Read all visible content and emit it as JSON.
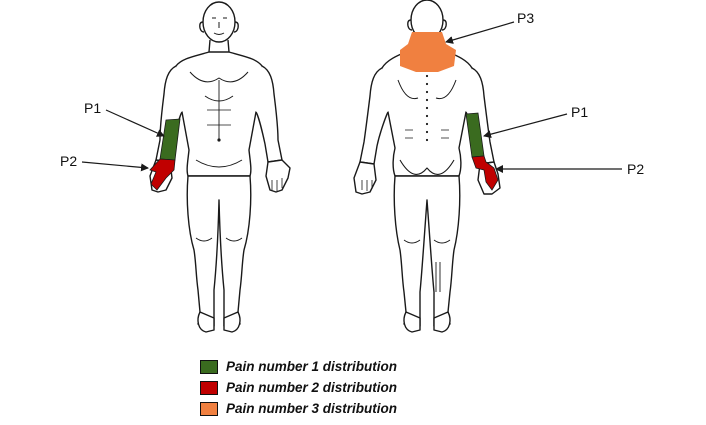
{
  "callouts": {
    "front_p1": "P1",
    "front_p2": "P2",
    "back_p3": "P3",
    "back_p1": "P1",
    "back_p2": "P2"
  },
  "legend": [
    {
      "label": "Pain number 1 distribution",
      "color": "#3a6b1f"
    },
    {
      "label": "Pain number 2 distribution",
      "color": "#c00000"
    },
    {
      "label": "Pain number 3 distribution",
      "color": "#f08040"
    }
  ],
  "colors": {
    "outline": "#1a1a1a",
    "body_fill": "#ffffff"
  }
}
